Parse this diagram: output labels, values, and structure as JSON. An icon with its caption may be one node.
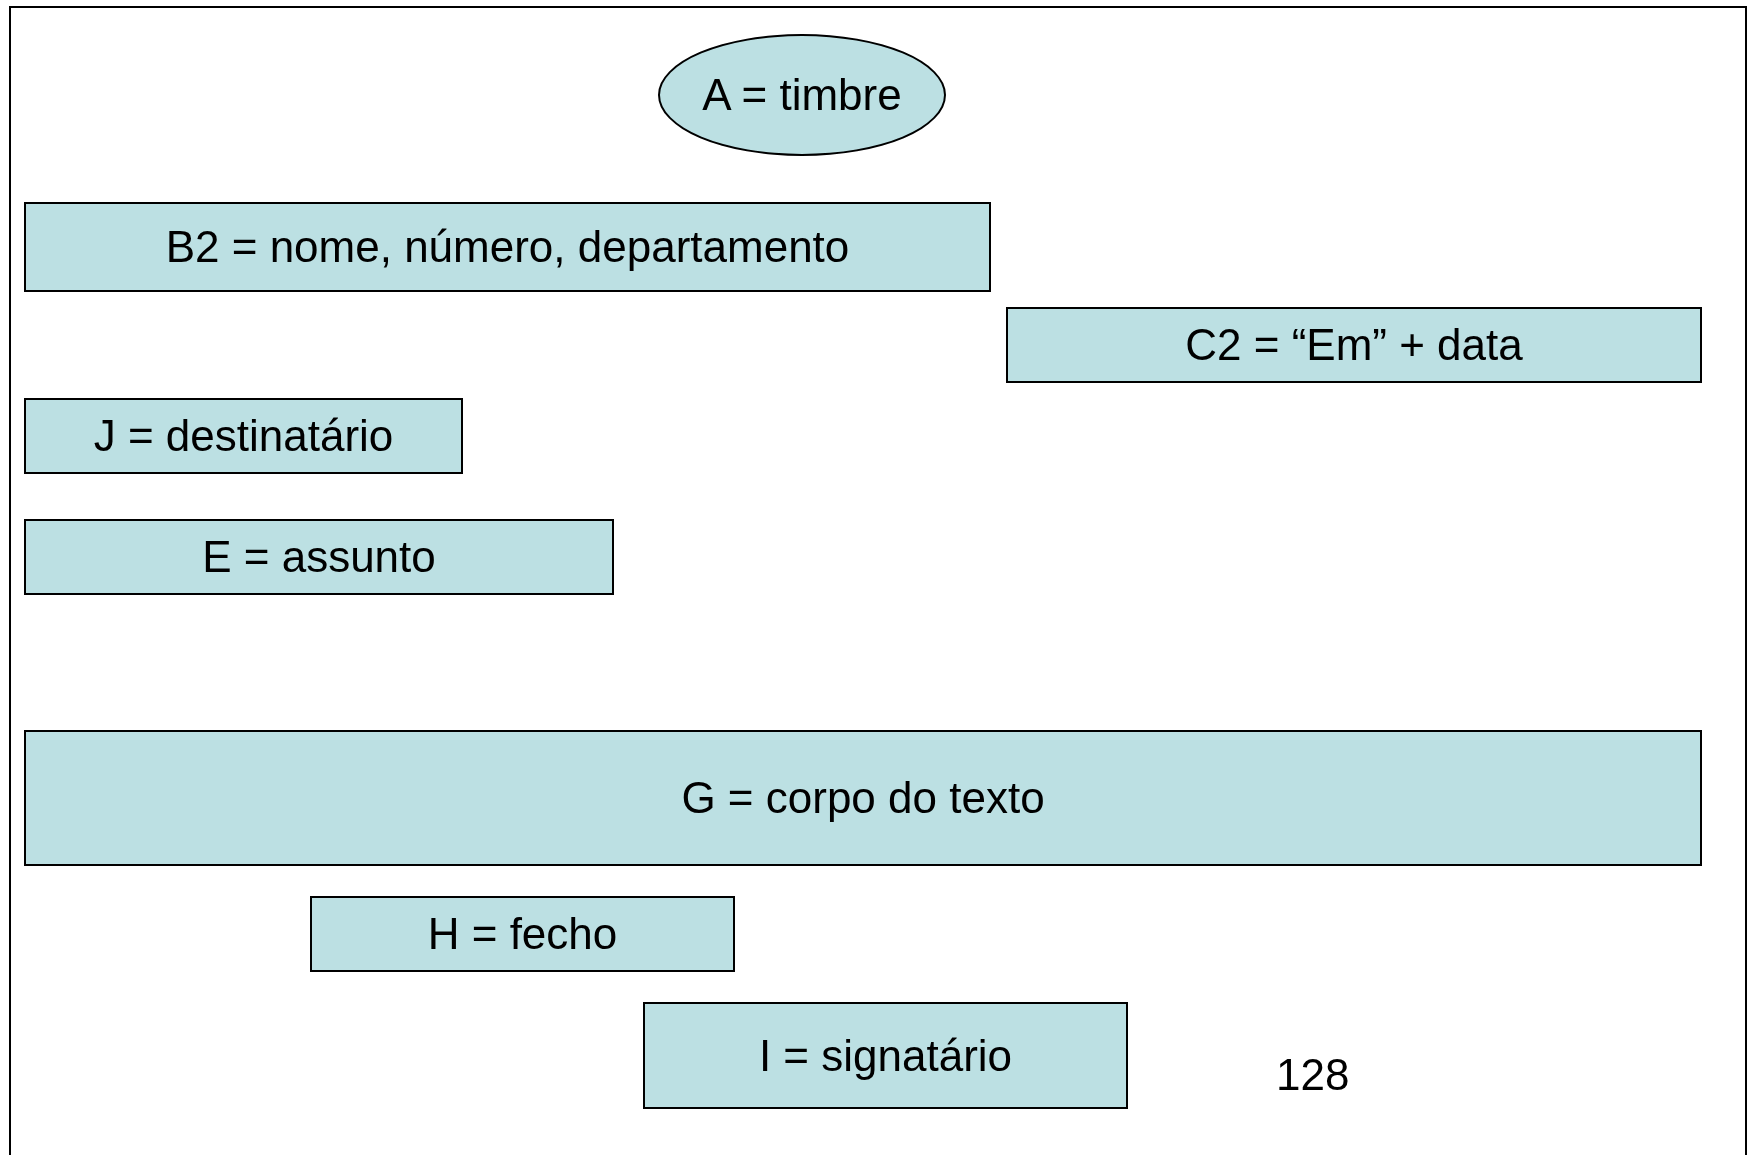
{
  "diagram": {
    "nodes": [
      {
        "text": [
          "A = timbre"
        ]
      },
      {
        "text": [
          "B2 = nome, número, departamento"
        ]
      },
      {
        "text": [
          "C2 = “Em” + data"
        ]
      },
      {
        "text": [
          "J = destinatário"
        ]
      },
      {
        "text": [
          "E = assunto"
        ]
      },
      {
        "text": [
          "G = corpo do texto"
        ]
      },
      {
        "text": [
          "H = fecho"
        ]
      },
      {
        "text": [
          "I = signatário"
        ]
      }
    ],
    "edges": [],
    "labels": [
      "128"
    ]
  }
}
